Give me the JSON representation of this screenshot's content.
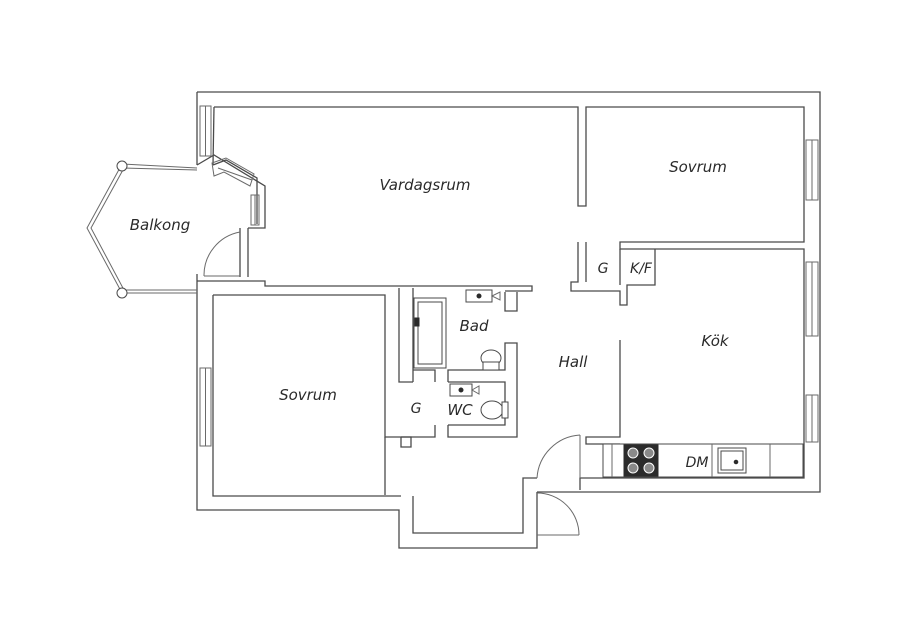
{
  "rooms": {
    "balcony": "Balkong",
    "living_room": "Vardagsrum",
    "bedroom_top": "Sovrum",
    "bedroom_left": "Sovrum",
    "kitchen": "Kök",
    "hall": "Hall",
    "bathroom": "Bad",
    "toilet": "WC"
  },
  "fixtures": {
    "closet_hall": "G",
    "closet_bedroom": "G",
    "fridge_freezer": "K/F",
    "dishwasher": "DM"
  }
}
